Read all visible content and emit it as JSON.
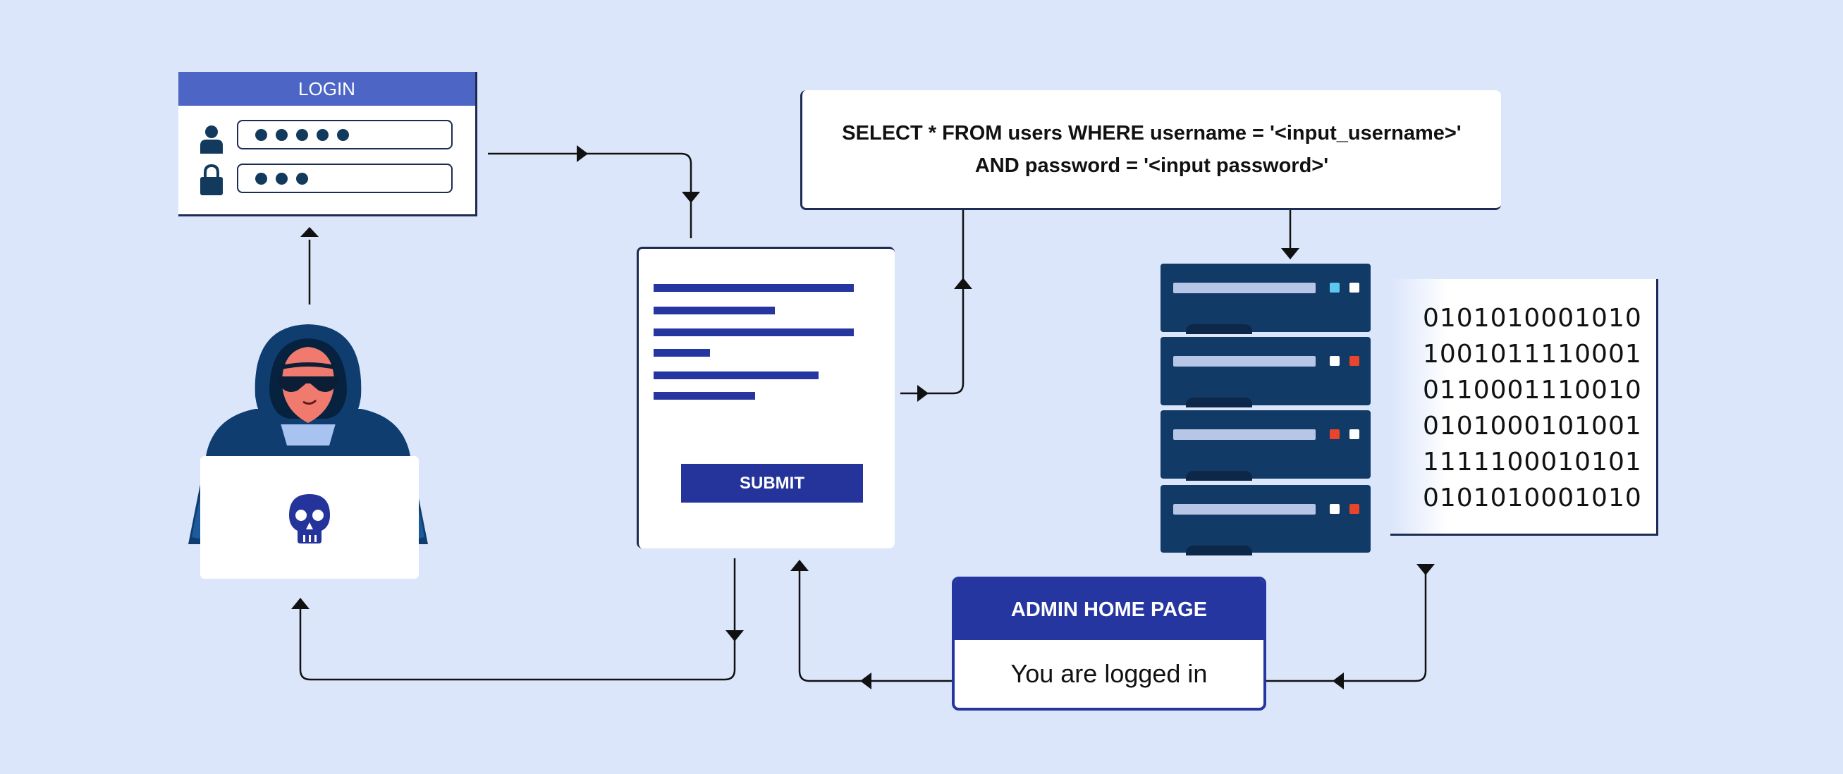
{
  "login": {
    "title": "LOGIN",
    "username_mask_dots": 5,
    "password_mask_dots": 3
  },
  "form": {
    "submit_label": "SUBMIT"
  },
  "query": {
    "line1": "SELECT * FROM users WHERE username = '<input_username>'",
    "line2": "AND password = '<input password>'"
  },
  "binary": {
    "rows": [
      "0101010001010",
      "1001011110001",
      "0110001110010",
      "0101000101001",
      "1111100010101",
      "0101010001010"
    ]
  },
  "admin": {
    "title": "ADMIN HOME PAGE",
    "message": "You are logged in"
  },
  "icons": [
    "user-icon",
    "lock-icon",
    "skull-icon",
    "hacker-illustration",
    "server-icon"
  ],
  "colors": {
    "background": "#dbe6fb",
    "accent_blue": "#2536a0",
    "login_header": "#4d66c6",
    "server": "#123a66",
    "led_red": "#e8452c",
    "led_cyan": "#5cc8f0"
  }
}
